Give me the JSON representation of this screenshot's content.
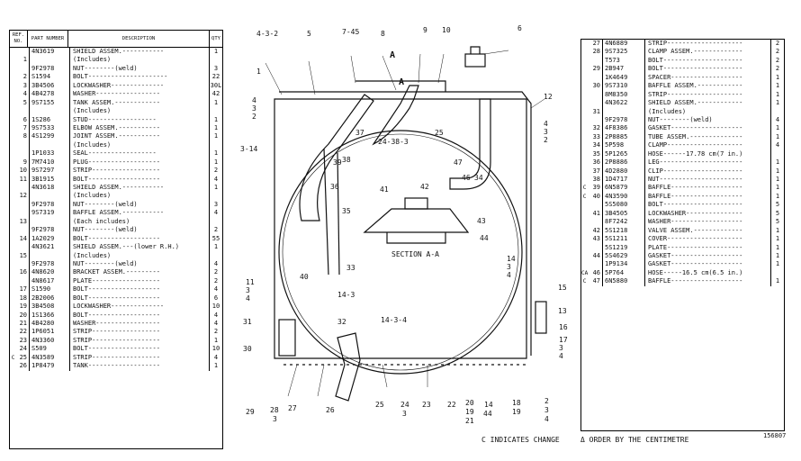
{
  "left_table": {
    "headers": {
      "ref": "REF. NO.",
      "part": "PART NUMBER",
      "desc": "DESCRIPTION",
      "qty": "QTY"
    },
    "rows": [
      {
        "mark": "",
        "ref": "",
        "part": "4N3619",
        "desc": "SHIELD ASSEM.-----------",
        "qty": "1"
      },
      {
        "mark": "",
        "ref": "1",
        "part": "",
        "desc": "  (Includes)",
        "qty": ""
      },
      {
        "mark": "",
        "ref": "",
        "part": "9F2978",
        "desc": "  NUT--------(weld)",
        "qty": "3"
      },
      {
        "mark": "",
        "ref": "2",
        "part": "S1594",
        "desc": "BOLT---------------------",
        "qty": "22"
      },
      {
        "mark": "",
        "ref": "3",
        "part": "3B4506",
        "desc": "LOCKWASHER--------------",
        "qty": "30L"
      },
      {
        "mark": "",
        "ref": "4",
        "part": "4B4278",
        "desc": "WASHER-----------------",
        "qty": "42"
      },
      {
        "mark": "",
        "ref": "5",
        "part": "9S7155",
        "desc": "TANK ASSEM.------------",
        "qty": "1"
      },
      {
        "mark": "",
        "ref": "",
        "part": "",
        "desc": "  (Includes)",
        "qty": ""
      },
      {
        "mark": "",
        "ref": "6",
        "part": "1S286",
        "desc": "  STUD------------------",
        "qty": "1"
      },
      {
        "mark": "",
        "ref": "7",
        "part": "9S7533",
        "desc": "ELBOW ASSEM.-----------",
        "qty": "1"
      },
      {
        "mark": "",
        "ref": "8",
        "part": "4S1299",
        "desc": "JOINT ASSEM.-----------",
        "qty": "1"
      },
      {
        "mark": "",
        "ref": "",
        "part": "",
        "desc": "  (Includes)",
        "qty": ""
      },
      {
        "mark": "",
        "ref": "",
        "part": "1P1033",
        "desc": "  SEAL------------------",
        "qty": "1"
      },
      {
        "mark": "",
        "ref": "9",
        "part": "7M7410",
        "desc": "PLUG-------------------",
        "qty": "1"
      },
      {
        "mark": "",
        "ref": "10",
        "part": "9S7297",
        "desc": "STRIP------------------",
        "qty": "2"
      },
      {
        "mark": "",
        "ref": "11",
        "part": "3B1915",
        "desc": "BOLT-------------------",
        "qty": "4"
      },
      {
        "mark": "",
        "ref": "",
        "part": "4N3618",
        "desc": "SHIELD ASSEM.-----------",
        "qty": "1"
      },
      {
        "mark": "",
        "ref": "12",
        "part": "",
        "desc": "  (Includes)",
        "qty": ""
      },
      {
        "mark": "",
        "ref": "",
        "part": "9F2978",
        "desc": "  NUT--------(weld)",
        "qty": "3"
      },
      {
        "mark": "",
        "ref": "",
        "part": "9S7319",
        "desc": "BAFFLE ASSEM.-----------",
        "qty": "4"
      },
      {
        "mark": "",
        "ref": "13",
        "part": "",
        "desc": "  (Each includes)",
        "qty": ""
      },
      {
        "mark": "",
        "ref": "",
        "part": "9F2978",
        "desc": "  NUT--------(weld)",
        "qty": "2"
      },
      {
        "mark": "",
        "ref": "14",
        "part": "1A2029",
        "desc": "BOLT-------------------",
        "qty": "55"
      },
      {
        "mark": "",
        "ref": "",
        "part": "4N3621",
        "desc": "SHIELD ASSEM.---(lower R.H.)",
        "qty": "1"
      },
      {
        "mark": "",
        "ref": "15",
        "part": "",
        "desc": "  (Includes)",
        "qty": ""
      },
      {
        "mark": "",
        "ref": "",
        "part": "9F2978",
        "desc": "  NUT--------(weld)",
        "qty": "4"
      },
      {
        "mark": "",
        "ref": "16",
        "part": "4N8620",
        "desc": "BRACKET ASSEM.---------",
        "qty": "2"
      },
      {
        "mark": "",
        "ref": "",
        "part": "4N8617",
        "desc": "PLATE------------------",
        "qty": "2"
      },
      {
        "mark": "",
        "ref": "17",
        "part": "S1590",
        "desc": "BOLT-------------------",
        "qty": "4"
      },
      {
        "mark": "",
        "ref": "18",
        "part": "2B2006",
        "desc": "BOLT-------------------",
        "qty": "6"
      },
      {
        "mark": "",
        "ref": "19",
        "part": "3B4508",
        "desc": "LOCKWASHER--------------",
        "qty": "10"
      },
      {
        "mark": "",
        "ref": "20",
        "part": "1S1366",
        "desc": "BOLT-------------------",
        "qty": "4"
      },
      {
        "mark": "",
        "ref": "21",
        "part": "4B4280",
        "desc": "WASHER-----------------",
        "qty": "4"
      },
      {
        "mark": "",
        "ref": "22",
        "part": "1P6051",
        "desc": "STRIP------------------",
        "qty": "2"
      },
      {
        "mark": "",
        "ref": "23",
        "part": "4N3360",
        "desc": "STRIP------------------",
        "qty": "1"
      },
      {
        "mark": "",
        "ref": "24",
        "part": "S509",
        "desc": "BOLT-------------------",
        "qty": "10"
      },
      {
        "mark": "C",
        "ref": "25",
        "part": "4N3589",
        "desc": "STRIP------------------",
        "qty": "4"
      },
      {
        "mark": "",
        "ref": "26",
        "part": "1P8479",
        "desc": "TANK-------------------",
        "qty": "1"
      }
    ]
  },
  "right_table": {
    "rows": [
      {
        "mark": "",
        "ref": "27",
        "part": "4N6889",
        "desc": "STRIP--------------------",
        "qty": "2"
      },
      {
        "mark": "",
        "ref": "28",
        "part": "9S7325",
        "desc": "CLAMP ASSEM.-------------",
        "qty": "2"
      },
      {
        "mark": "",
        "ref": "",
        "part": "T573",
        "desc": "BOLT---------------------",
        "qty": "2"
      },
      {
        "mark": "",
        "ref": "29",
        "part": "2B947",
        "desc": "BOLT---------------------",
        "qty": "2"
      },
      {
        "mark": "",
        "ref": "",
        "part": "1K4649",
        "desc": "SPACER-------------------",
        "qty": "1"
      },
      {
        "mark": "",
        "ref": "30",
        "part": "9S7310",
        "desc": "BAFFLE ASSEM.------------",
        "qty": "1"
      },
      {
        "mark": "",
        "ref": "",
        "part": "8M8350",
        "desc": "STRIP--------------------",
        "qty": "1"
      },
      {
        "mark": "",
        "ref": "",
        "part": "4N3622",
        "desc": "SHIELD ASSEM.------------",
        "qty": "1"
      },
      {
        "mark": "",
        "ref": "31",
        "part": "",
        "desc": "  (Includes)",
        "qty": ""
      },
      {
        "mark": "",
        "ref": "",
        "part": "9F2978",
        "desc": "  NUT--------(weld)",
        "qty": "4"
      },
      {
        "mark": "",
        "ref": "32",
        "part": "4F8386",
        "desc": "GASKET-------------------",
        "qty": "1"
      },
      {
        "mark": "",
        "ref": "33",
        "part": "2P8885",
        "desc": "TUBE ASSEM.--------------",
        "qty": "1"
      },
      {
        "mark": "",
        "ref": "34",
        "part": "5P598",
        "desc": "CLAMP--------------------",
        "qty": "4"
      },
      {
        "mark": "",
        "ref": "35",
        "part": "5P1265",
        "desc": "HOSE------17.78 cm(7 in.)",
        "qty": ""
      },
      {
        "mark": "",
        "ref": "36",
        "part": "2P8886",
        "desc": "LEG----------------------",
        "qty": "1"
      },
      {
        "mark": "",
        "ref": "37",
        "part": "4D2880",
        "desc": "CLIP---------------------",
        "qty": "1"
      },
      {
        "mark": "",
        "ref": "38",
        "part": "1D4717",
        "desc": "NUT----------------------",
        "qty": "1"
      },
      {
        "mark": "C",
        "ref": "39",
        "part": "6N5879",
        "desc": "BAFFLE-------------------",
        "qty": "1"
      },
      {
        "mark": "C",
        "ref": "40",
        "part": "4N3590",
        "desc": "BAFFLE-------------------",
        "qty": "1"
      },
      {
        "mark": "",
        "ref": "",
        "part": "5S5080",
        "desc": "BOLT---------------------",
        "qty": "5"
      },
      {
        "mark": "",
        "ref": "41",
        "part": "3B4505",
        "desc": "LOCKWASHER---------------",
        "qty": "5"
      },
      {
        "mark": "",
        "ref": "",
        "part": "8F7242",
        "desc": "WASHER-------------------",
        "qty": "5"
      },
      {
        "mark": "",
        "ref": "42",
        "part": "5S1218",
        "desc": "VALVE ASSEM.-------------",
        "qty": "1"
      },
      {
        "mark": "",
        "ref": "43",
        "part": "5S1211",
        "desc": "COVER--------------------",
        "qty": "1"
      },
      {
        "mark": "",
        "ref": "",
        "part": "5S1219",
        "desc": "PLATE--------------------",
        "qty": "1"
      },
      {
        "mark": "",
        "ref": "44",
        "part": "5S4629",
        "desc": "GASKET-------------------",
        "qty": "1"
      },
      {
        "mark": "",
        "ref": "",
        "part": "1P9134",
        "desc": "GASKET-------------------",
        "qty": "1"
      },
      {
        "mark": "CA",
        "ref": "46",
        "part": "5P764",
        "desc": "HOSE-----16.5 cm(6.5 in.)",
        "qty": ""
      },
      {
        "mark": "C",
        "ref": "47",
        "part": "6N5880",
        "desc": "BAFFLE-------------------",
        "qty": "1"
      }
    ]
  },
  "diagram": {
    "section_label": "SECTION A-A",
    "callouts": [
      "4-3-2",
      "5",
      "7-45",
      "8",
      "9",
      "10",
      "6",
      "1",
      "4",
      "3",
      "2",
      "3-14",
      "38",
      "37",
      "24-38-3",
      "25",
      "47",
      "12",
      "4",
      "3",
      "2",
      "39",
      "36",
      "41",
      "42",
      "46",
      "34",
      "35",
      "43",
      "44",
      "11",
      "3",
      "4",
      "40",
      "14-3",
      "33",
      "14",
      "3",
      "4",
      "31",
      "32",
      "15",
      "13",
      "16",
      "17",
      "3",
      "4",
      "14-3-4",
      "30",
      "29",
      "28",
      "3",
      "27",
      "26",
      "25",
      "24",
      "3",
      "23",
      "22",
      "20",
      "19",
      "21",
      "14",
      "44",
      "18",
      "19",
      "2",
      "3",
      "4"
    ],
    "a_top": "A",
    "a_arrow": "A"
  },
  "footer": {
    "change_note": "C INDICATES CHANGE",
    "order_note": "Δ ORDER BY THE CENTIMETRE",
    "drawing_no": "156807"
  }
}
